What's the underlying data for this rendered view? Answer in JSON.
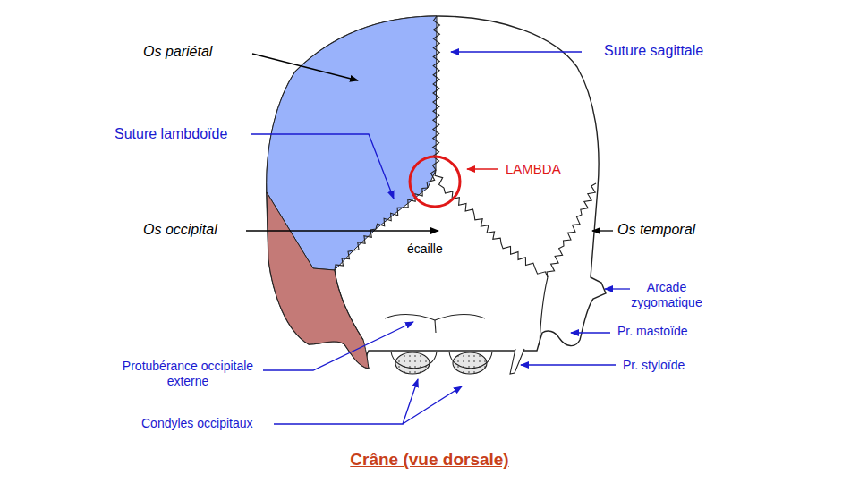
{
  "diagram": {
    "title": "Crâne (vue dorsale)",
    "labels": [
      "Os pariétal",
      "Suture sagittale",
      "Suture lambdoïde",
      "LAMBDA",
      "Os occipital",
      "écaille",
      "Os temporal",
      "Arcade zygomatique",
      "Pr. mastoïde",
      "Pr. styloïde",
      "Protubérance occipitale externe",
      "Condyles occipitaux"
    ]
  }
}
